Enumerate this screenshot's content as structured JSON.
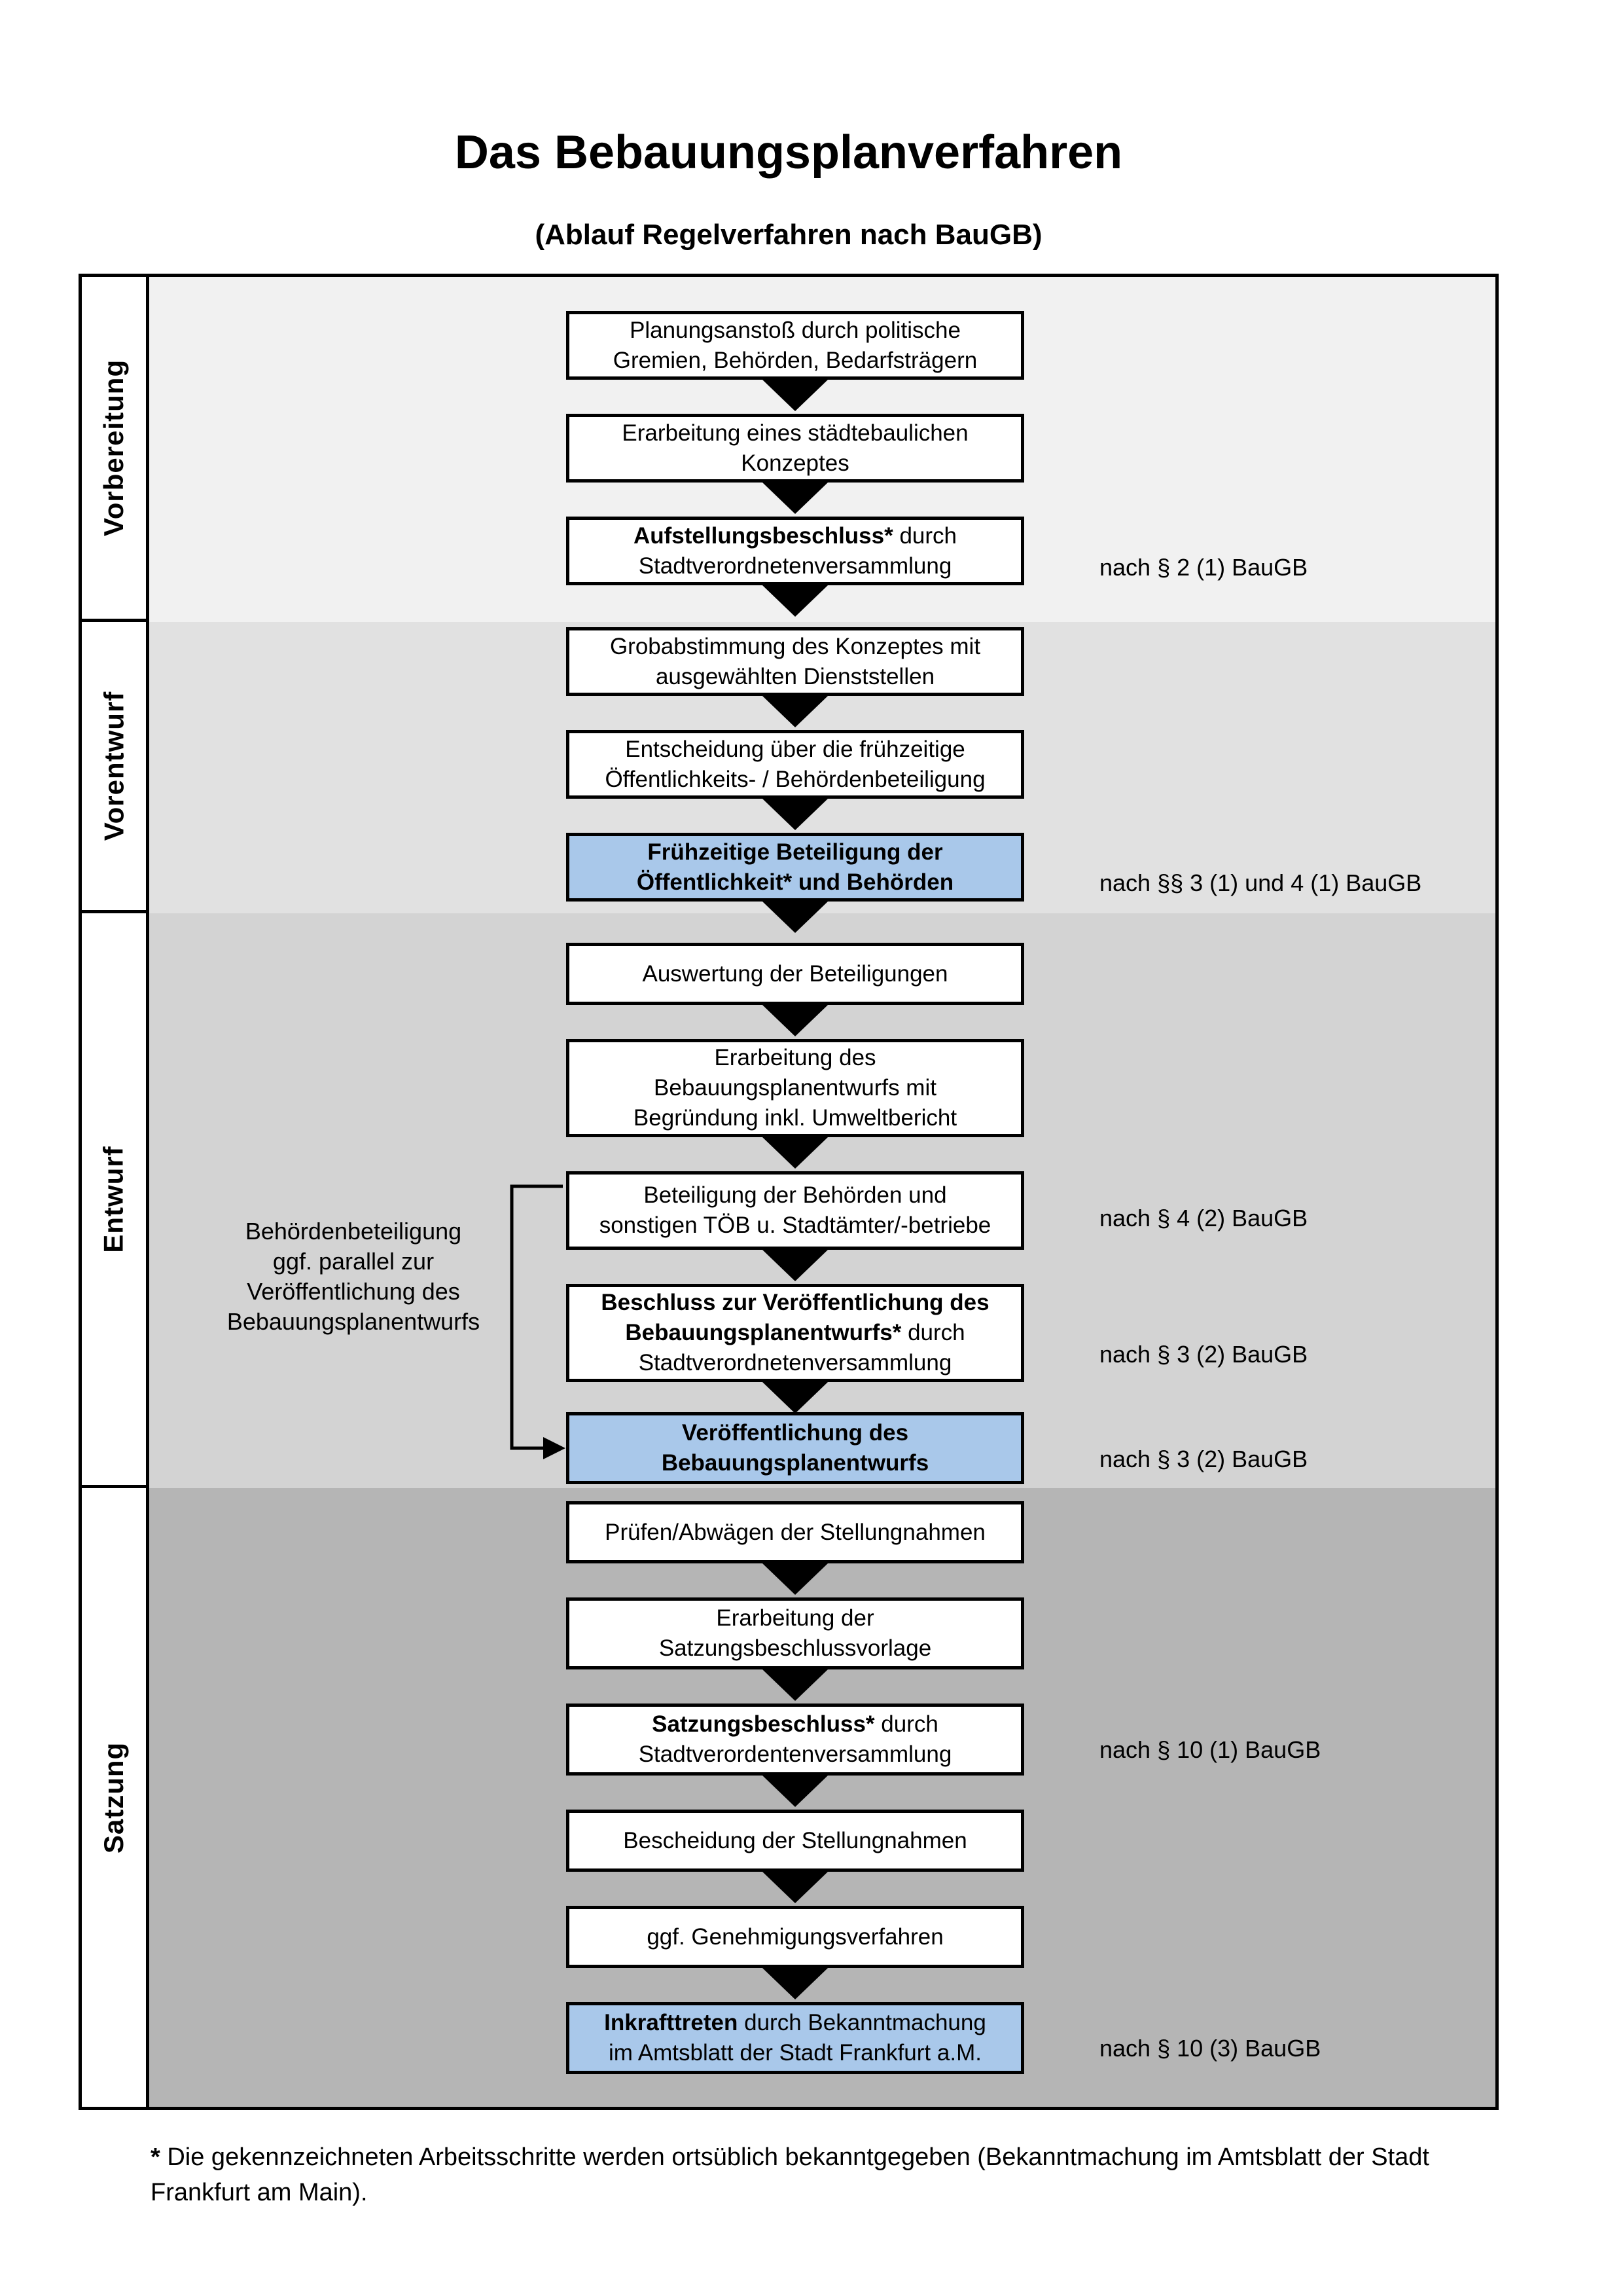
{
  "title": "Das Bebauungsplanverfahren",
  "subtitle": "(Ablauf Regelverfahren nach BauGB)",
  "colors": {
    "phase_backgrounds": [
      "#f1f1f1",
      "#e1e1e1",
      "#d3d3d3",
      "#b5b5b5"
    ],
    "highlight_blue": "#a9c8ea",
    "border_black": "#000000"
  },
  "phases": [
    {
      "label": "Vorbereitung"
    },
    {
      "label": "Vorentwurf"
    },
    {
      "label": "Entwurf"
    },
    {
      "label": "Satzung"
    }
  ],
  "boxes": [
    {
      "lines": [
        [
          {
            "t": "Planungsanstoß durch politische"
          }
        ],
        [
          {
            "t": "Gremien, Behörden, Bedarfsträgern"
          }
        ]
      ]
    },
    {
      "lines": [
        [
          {
            "t": "Erarbeitung eines städtebaulichen"
          }
        ],
        [
          {
            "t": "Konzeptes"
          }
        ]
      ]
    },
    {
      "lines": [
        [
          {
            "t": "Aufstellungsbeschluss*"
          },
          {
            "t": " durch"
          }
        ],
        [
          {
            "t": "Stadtverordnetenversammlung"
          }
        ]
      ]
    },
    {
      "lines": [
        [
          {
            "t": "Grobabstimmung des Konzeptes mit"
          }
        ],
        [
          {
            "t": "ausgewählten Dienststellen"
          }
        ]
      ]
    },
    {
      "lines": [
        [
          {
            "t": "Entscheidung über die frühzeitige"
          }
        ],
        [
          {
            "t": "Öffentlichkeits- / Behördenbeteiligung"
          }
        ]
      ]
    },
    {
      "lines": [
        [
          {
            "t": "Frühzeitige Beteiligung der"
          }
        ],
        [
          {
            "t": "Öffentlichkeit* und Behörden"
          }
        ]
      ]
    },
    {
      "lines": [
        [
          {
            "t": "Auswertung der Beteiligungen"
          }
        ]
      ]
    },
    {
      "lines": [
        [
          {
            "t": "Erarbeitung des"
          }
        ],
        [
          {
            "t": "Bebauungsplanentwurfs mit"
          }
        ],
        [
          {
            "t": "Begründung inkl. Umweltbericht"
          }
        ]
      ]
    },
    {
      "lines": [
        [
          {
            "t": "Beteiligung der Behörden und"
          }
        ],
        [
          {
            "t": "sonstigen TÖB u. Stadtämter/-betriebe"
          }
        ]
      ]
    },
    {
      "lines": [
        [
          {
            "t": "Beschluss zur Veröffentlichung des"
          }
        ],
        [
          {
            "t": "Bebauungsplanentwurfs*"
          },
          {
            "t": " durch"
          }
        ],
        [
          {
            "t": "Stadtverordnetenversammlung"
          }
        ]
      ]
    },
    {
      "lines": [
        [
          {
            "t": "Veröffentlichung des"
          }
        ],
        [
          {
            "t": "Bebauungsplanentwurfs"
          }
        ]
      ]
    },
    {
      "lines": [
        [
          {
            "t": "Prüfen/Abwägen der Stellungnahmen"
          }
        ]
      ]
    },
    {
      "lines": [
        [
          {
            "t": "Erarbeitung der"
          }
        ],
        [
          {
            "t": "Satzungsbeschlussvorlage"
          }
        ]
      ]
    },
    {
      "lines": [
        [
          {
            "t": "Satzungsbeschluss*"
          },
          {
            "t": " durch"
          }
        ],
        [
          {
            "t": "Stadtverordentenversammlung"
          }
        ]
      ]
    },
    {
      "lines": [
        [
          {
            "t": "Bescheidung der Stellungnahmen"
          }
        ]
      ]
    },
    {
      "lines": [
        [
          {
            "t": "ggf. Genehmigungsverfahren"
          }
        ]
      ]
    },
    {
      "lines": [
        [
          {
            "t": "Inkrafttreten"
          },
          {
            "t": " durch Bekanntmachung"
          }
        ],
        [
          {
            "t": "im Amtsblatt der Stadt Frankfurt a.M."
          }
        ]
      ]
    }
  ],
  "side_note": {
    "lines": [
      "Behördenbeteiligung",
      "ggf. parallel zur",
      "Veröffentlichung des",
      "Bebauungsplanentwurfs"
    ]
  },
  "law_refs": [
    {
      "text": "nach § 2 (1) BauGB"
    },
    {
      "text": "nach §§ 3 (1) und 4 (1) BauGB"
    },
    {
      "text": "nach § 4 (2) BauGB"
    },
    {
      "text": "nach § 3 (2) BauGB"
    },
    {
      "text": "nach § 3 (2) BauGB"
    },
    {
      "text": "nach § 10 (1) BauGB"
    },
    {
      "text": "nach § 10 (3) BauGB"
    }
  ],
  "footnote": {
    "star": "*",
    "line1": " Die gekennzeichneten Arbeitsschritte werden ortsüblich bekanntgegeben (Bekanntmachung im Amtsblatt der Stadt",
    "line2": "Frankfurt am Main)."
  }
}
